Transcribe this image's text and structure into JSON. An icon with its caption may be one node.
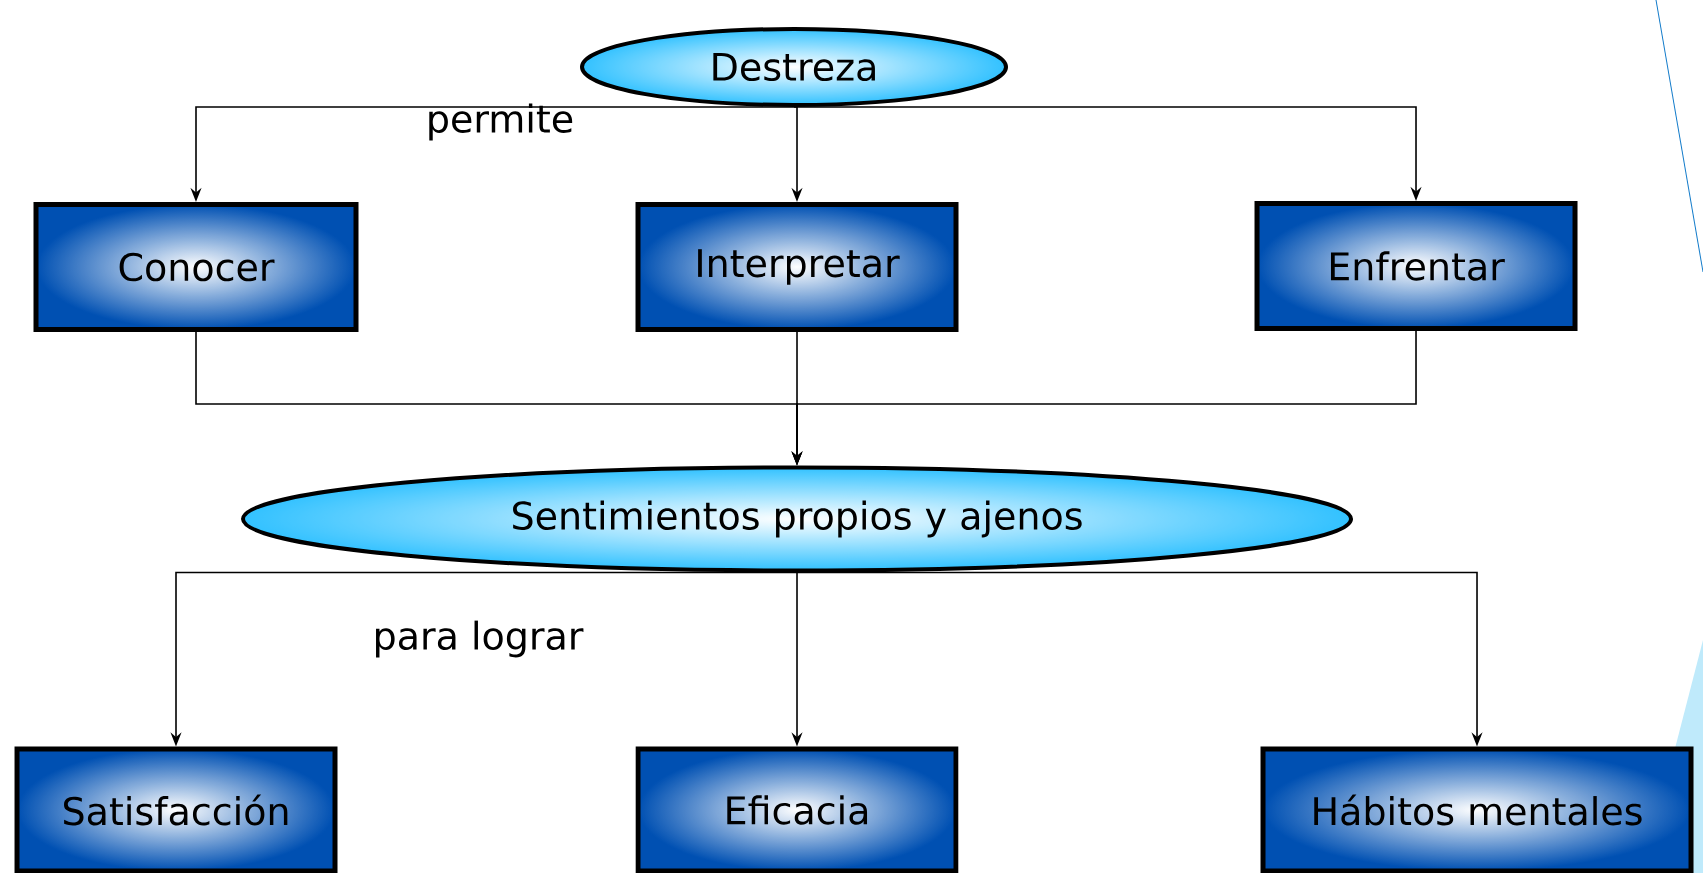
{
  "diagram": {
    "nodes": [
      {
        "text": [
          "Destreza"
        ]
      },
      {
        "text": [
          "Conocer"
        ]
      },
      {
        "text": [
          "Interpretar"
        ]
      },
      {
        "text": [
          "Enfrentar"
        ]
      },
      {
        "text": [
          "Sentimientos propios y ajenos"
        ]
      },
      {
        "text": [
          "Satisfacción"
        ]
      },
      {
        "text": [
          "Eficacia"
        ]
      },
      {
        "text": [
          "Hábitos mentales"
        ]
      }
    ],
    "edges": [
      {
        "from": 0,
        "to": 1,
        "arrow": "to",
        "label": "permite"
      },
      {
        "from": 0,
        "to": 2,
        "arrow": "to"
      },
      {
        "from": 0,
        "to": 3,
        "arrow": "to"
      },
      {
        "from": 1,
        "to": 4,
        "arrow": "to"
      },
      {
        "from": 2,
        "to": 4,
        "arrow": "to"
      },
      {
        "from": 3,
        "to": 4,
        "arrow": "to"
      },
      {
        "from": 4,
        "to": 5,
        "arrow": "to",
        "label": "para lograr"
      },
      {
        "from": 4,
        "to": 6,
        "arrow": "to"
      },
      {
        "from": 4,
        "to": 7,
        "arrow": "to"
      }
    ]
  }
}
